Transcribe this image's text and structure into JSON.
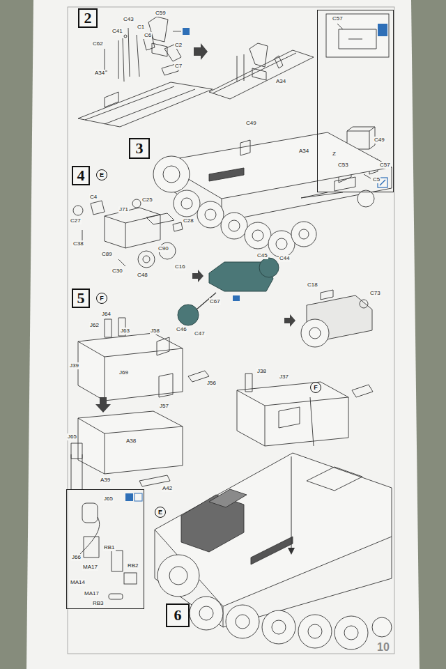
{
  "diagram": {
    "nodes": [
      {
        "text": [
          "2"
        ]
      },
      {
        "text": [
          "C57",
          "C49",
          "C53",
          "C57",
          "C5"
        ]
      },
      {
        "text": [
          "3"
        ]
      },
      {
        "text": [
          "4"
        ]
      },
      {
        "text": [
          "E"
        ]
      },
      {
        "text": [
          "5"
        ]
      },
      {
        "text": [
          "F"
        ]
      },
      {
        "text": [
          "F"
        ]
      },
      {
        "text": [
          "J65",
          "J66",
          "MA17",
          "MA14",
          "MA17",
          "RB1",
          "RB2",
          "RB3"
        ]
      },
      {
        "text": [
          "E"
        ]
      },
      {
        "text": [
          "6"
        ]
      }
    ],
    "labels": [
      "C59",
      "C43",
      "C1",
      "C41",
      "C6",
      "C62",
      "C2",
      "C7",
      "A34",
      "A34",
      "C49",
      "A34",
      "Z",
      "C27",
      "C4",
      "C25",
      "J71",
      "C38",
      "C89",
      "C90",
      "C28",
      "C30",
      "C48",
      "C16",
      "C45",
      "C44",
      "C67",
      "C46",
      "C47",
      "C18",
      "C73",
      "J64",
      "J62",
      "J63",
      "J58",
      "J39",
      "J69",
      "J56",
      "J57",
      "J65",
      "A38",
      "A39",
      "A42",
      "J38",
      "J37",
      "10"
    ]
  }
}
